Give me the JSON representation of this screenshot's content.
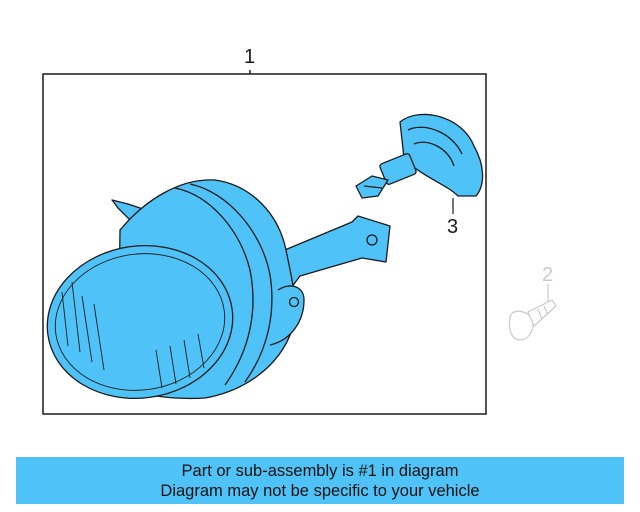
{
  "diagram": {
    "callouts": {
      "assembly": "1",
      "screw": "2",
      "bulb": "3"
    },
    "colors": {
      "part_fill": "#4fc3f7",
      "outline": "#1a1a1a",
      "faded": "#c9c9c9"
    }
  },
  "banner": {
    "line1": "Part or sub-assembly is #1 in diagram",
    "line2": "Diagram may not be specific to your vehicle",
    "color": "#4fc3f7"
  }
}
